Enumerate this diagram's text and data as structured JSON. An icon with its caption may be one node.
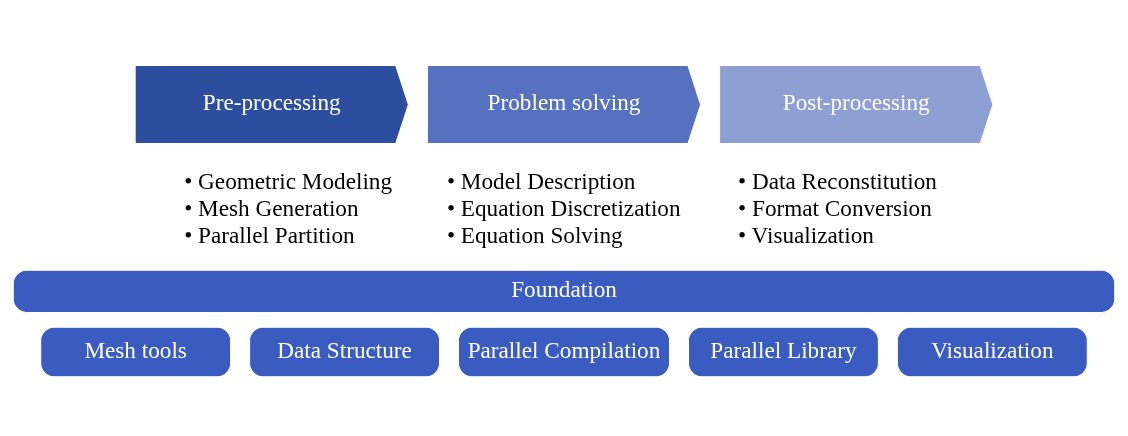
{
  "diagram": {
    "nodes": [
      {
        "text": [
          "Pre-processing"
        ],
        "beside": [
          "• Geometric Modeling",
          "• Mesh Generation",
          "• Parallel Partition"
        ]
      },
      {
        "text": [
          "Problem solving"
        ],
        "beside": [
          "• Model Description",
          "• Equation Discretization",
          "• Equation Solving"
        ]
      },
      {
        "text": [
          "Post-processing"
        ],
        "beside": [
          "• Data Reconstitution",
          "• Format Conversion",
          "• Visualization"
        ]
      },
      {
        "text": [
          "Foundation"
        ]
      },
      {
        "text": [
          "Mesh tools"
        ]
      },
      {
        "text": [
          "Data Structure"
        ]
      },
      {
        "text": [
          "Parallel Compilation"
        ]
      },
      {
        "text": [
          "Parallel Library"
        ]
      },
      {
        "text": [
          "Visualization"
        ]
      }
    ],
    "edges": []
  }
}
